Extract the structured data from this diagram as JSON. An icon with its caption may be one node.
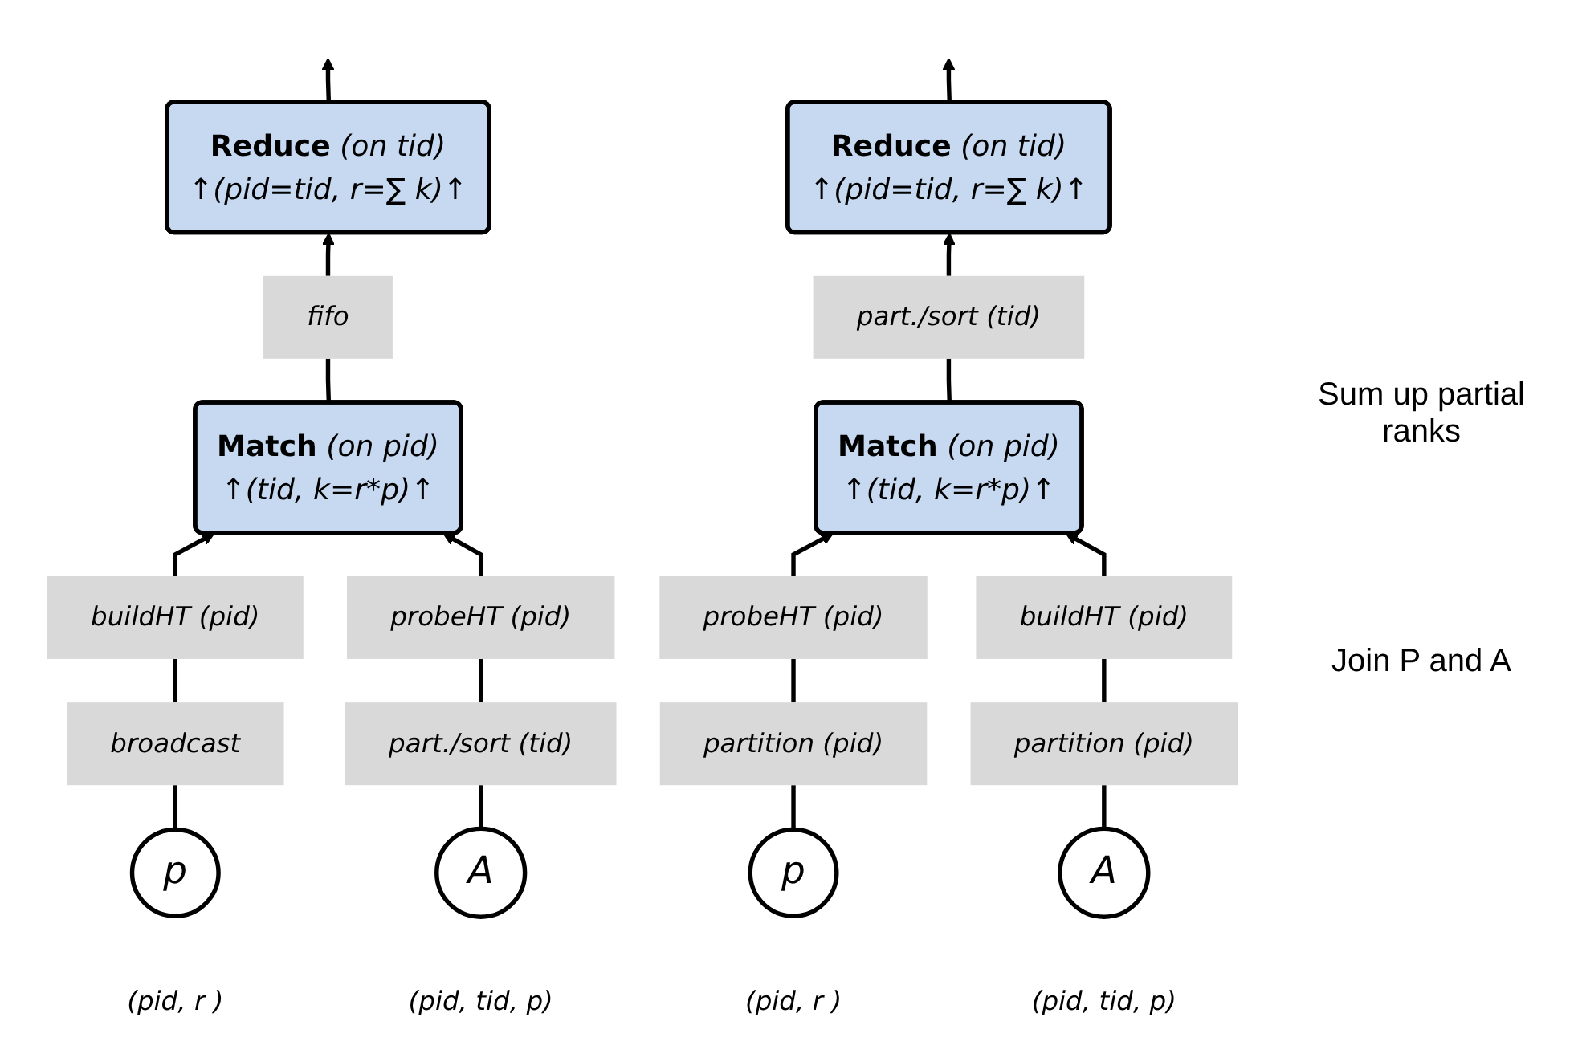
{
  "diagram": {
    "nodes": [
      {
        "text": [
          "**Reduce** *(on tid)*",
          "↑(pid=tid, r=∑ k)↑"
        ]
      },
      {
        "text": [
          "**Reduce** *(on tid)*",
          "↑(pid=tid, r=∑ k)↑"
        ]
      },
      {
        "text": [
          "fifo"
        ]
      },
      {
        "text": [
          "part./sort (tid)"
        ]
      },
      {
        "text": [
          "**Match** *(on pid)*",
          "↑(tid, k=r*p)↑"
        ]
      },
      {
        "text": [
          "**Match** *(on pid)*",
          "↑(tid, k=r*p)↑"
        ]
      },
      {
        "text": [
          "buildHT (pid)"
        ]
      },
      {
        "text": [
          "probeHT (pid)"
        ]
      },
      {
        "text": [
          "probeHT (pid)"
        ]
      },
      {
        "text": [
          "buildHT (pid)"
        ]
      },
      {
        "text": [
          "broadcast"
        ]
      },
      {
        "text": [
          "part./sort (tid)"
        ]
      },
      {
        "text": [
          "partition (pid)"
        ]
      },
      {
        "text": [
          "partition (pid)"
        ]
      },
      {
        "text": [
          "p"
        ],
        "beside": [
          "(pid, r )"
        ]
      },
      {
        "text": [
          "A"
        ],
        "beside": [
          "(pid, tid, p)"
        ]
      },
      {
        "text": [
          "p"
        ],
        "beside": [
          "(pid, r )"
        ]
      },
      {
        "text": [
          "A"
        ],
        "beside": [
          "(pid, tid, p)"
        ]
      }
    ],
    "edges": [
      {
        "from": 0,
        "to": null,
        "arrow": "to"
      },
      {
        "from": 1,
        "to": null,
        "arrow": "to"
      },
      {
        "from": 4,
        "to": 2,
        "arrow": "none"
      },
      {
        "from": 2,
        "to": 0,
        "arrow": "to"
      },
      {
        "from": 5,
        "to": 3,
        "arrow": "none"
      },
      {
        "from": 3,
        "to": 1,
        "arrow": "to"
      },
      {
        "from": 14,
        "to": 10,
        "arrow": "none"
      },
      {
        "from": 10,
        "to": 6,
        "arrow": "none"
      },
      {
        "from": 6,
        "to": 4,
        "arrow": "to"
      },
      {
        "from": 15,
        "to": 11,
        "arrow": "none"
      },
      {
        "from": 11,
        "to": 7,
        "arrow": "none"
      },
      {
        "from": 7,
        "to": 4,
        "arrow": "to"
      },
      {
        "from": 16,
        "to": 12,
        "arrow": "none"
      },
      {
        "from": 12,
        "to": 8,
        "arrow": "none"
      },
      {
        "from": 8,
        "to": 5,
        "arrow": "to"
      },
      {
        "from": 17,
        "to": 13,
        "arrow": "none"
      },
      {
        "from": 13,
        "to": 9,
        "arrow": "none"
      },
      {
        "from": 9,
        "to": 5,
        "arrow": "to"
      }
    ],
    "labels": [
      "Sum up partial ranks",
      "Join P and A"
    ]
  }
}
